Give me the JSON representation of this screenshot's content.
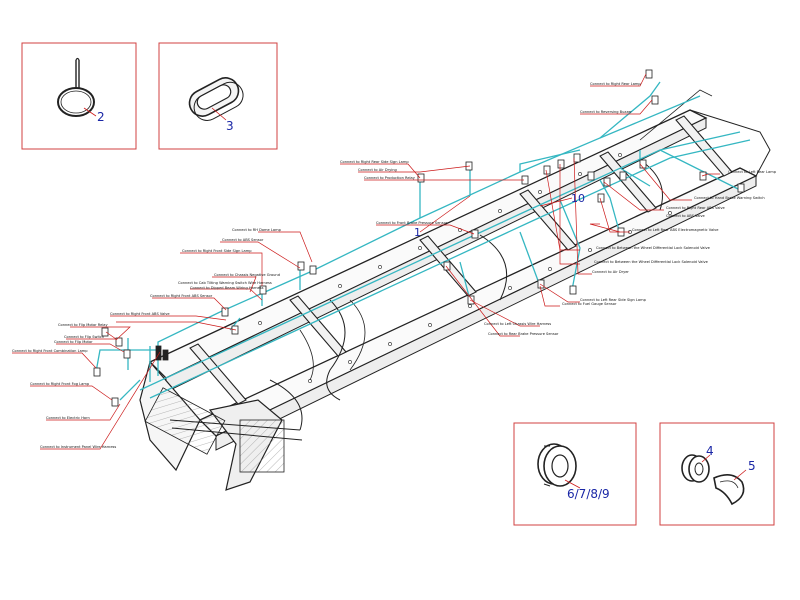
{
  "parts": {
    "p1": "1",
    "p2": "2",
    "p3": "3",
    "p4": "4",
    "p5": "5",
    "p679": "6/7/8/9",
    "p10": "10"
  },
  "callouts": {
    "left": [
      "Connect to RH Dome Lamp",
      "Connect to ABS Sensor",
      "Connect to Right Front Side Sign Lamp",
      "Connect to Chassis Negative Ground",
      "Connect to Cab Tilting Warning Switch Wire Harness",
      "Connect to Dipped Beam Wiring Harness",
      "Connect to Right Front ABS Sensor",
      "Connect to Right Front ABS Valve",
      "Connect to Flip Motor Relay",
      "Connect to Flip Switch",
      "Connect to Flip Motor",
      "Connect to Right Front Combination Lamp",
      "Connect to Right Front Fog Lamp",
      "Connect to Electric Horn",
      "Connect to Instrument Panel Wire Harness"
    ],
    "right": [
      "Connect to Right Rear Lamp",
      "Connect to Reversing Buzzer",
      "Connect to Right Rear Side Sign Lamp",
      "Connect to Air Drying",
      "Connect to Production Relay",
      "Connect to Front Brake Pressure Sensor",
      "Connect to Left Rear Lamp",
      "Connect to Hand Brake Warning Switch",
      "Connect to Right Rear ABS Valve",
      "Connect to ABS Valve",
      "Connect to Left Rear ABS Electromagnetic Valve",
      "Connect to Between the Wheel Differential Lock Solenoid Valve",
      "Connect to Between the Wheel Differential Lock Solenoid Valve",
      "Connect to Air Dryer",
      "Connect to Left Rear Side Sign Lamp",
      "Connect to Fuel Gauge Sensor",
      "Connect to Left Chassis Wire Harness",
      "Connect to Rear Brake Pressure Sensor"
    ]
  },
  "colors": {
    "harness": "#35b7c2",
    "leader_red": "#cc1a1a",
    "label_blue": "#1a27a6",
    "frame_line": "#222222",
    "box_border": "#d04040"
  }
}
